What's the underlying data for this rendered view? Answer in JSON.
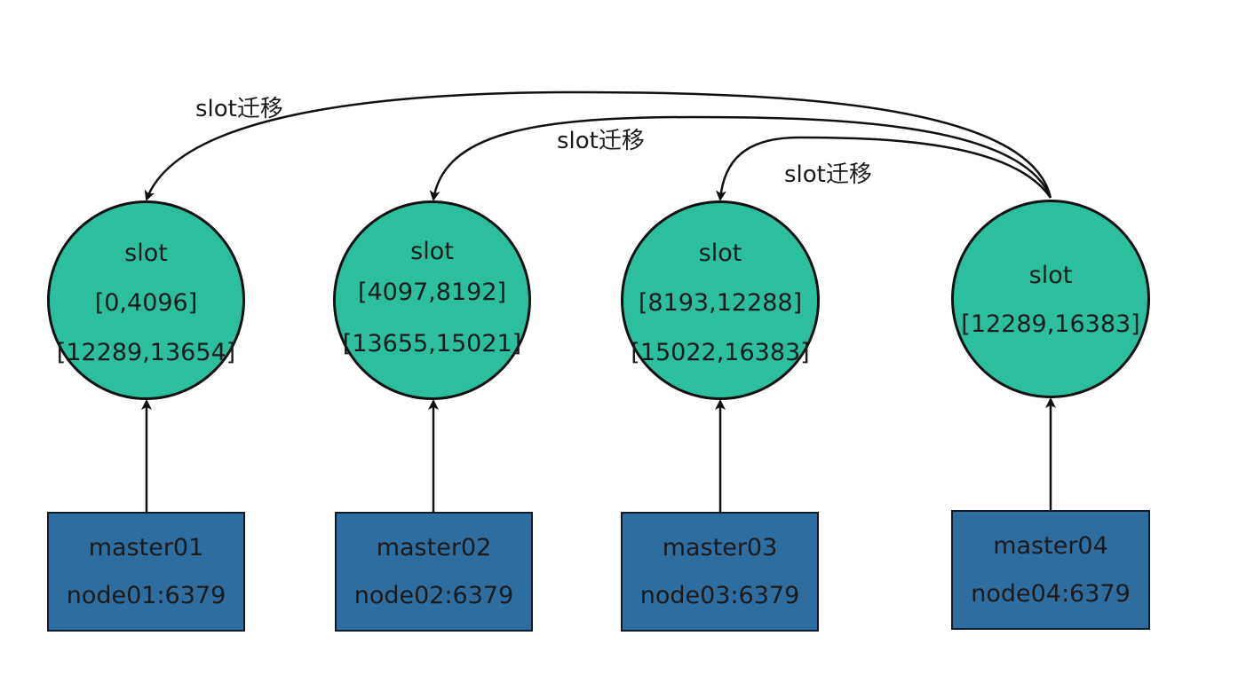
{
  "colors": {
    "slot_fill": "#2bbf9d",
    "master_fill": "#2e6da0",
    "stroke": "#111111"
  },
  "slots": [
    {
      "title": "slot",
      "ranges": [
        "[0,4096]",
        "[12289,13654]"
      ]
    },
    {
      "title": "slot",
      "ranges": [
        "[4097,8192]",
        "[13655,15021]"
      ]
    },
    {
      "title": "slot",
      "ranges": [
        "[8193,12288]",
        "[15022,16383]"
      ]
    },
    {
      "title": "slot",
      "ranges": [
        "[12289,16383]"
      ]
    }
  ],
  "masters": [
    {
      "name": "master01",
      "address": "node01:6379"
    },
    {
      "name": "master02",
      "address": "node02:6379"
    },
    {
      "name": "master03",
      "address": "node03:6379"
    },
    {
      "name": "master04",
      "address": "node04:6379"
    }
  ],
  "migrations": [
    {
      "label": "slot迁移"
    },
    {
      "label": "slot迁移"
    },
    {
      "label": "slot迁移"
    }
  ]
}
